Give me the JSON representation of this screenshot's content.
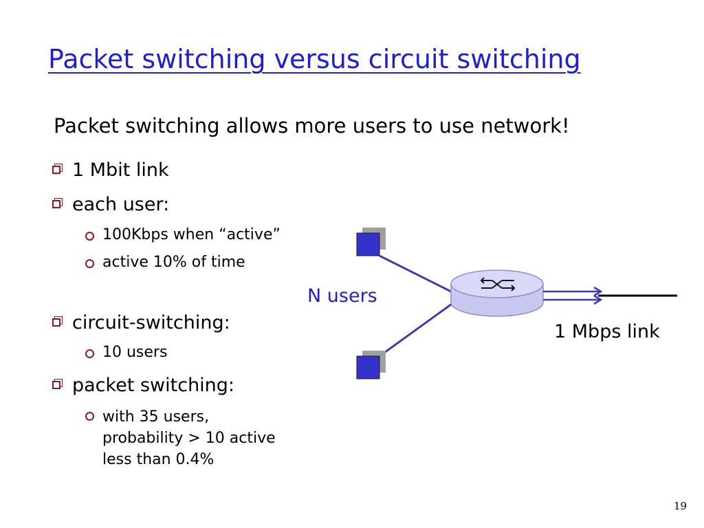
{
  "slide": {
    "title": "Packet switching versus circuit switching",
    "subtitle": "Packet switching allows more users to use network!",
    "slide_number": "19"
  },
  "bullets": [
    {
      "text": "1 Mbit link"
    },
    {
      "text": "each user:",
      "subitems": [
        "100Kbps when “active”",
        "active 10% of time"
      ]
    },
    {
      "text": "circuit-switching:",
      "subitems": [
        "10 users"
      ]
    },
    {
      "text": "packet switching:",
      "subitems": [
        "with 35 users,",
        "probability > 10 active",
        "less than 0.4%"
      ]
    }
  ],
  "diagram": {
    "users_label": "N users",
    "link_label": "1 Mbps link",
    "colors": {
      "host_fill": "#3333cc",
      "host_shadow": "#a0a0a0",
      "line": "#3a3ab8",
      "router_fill": "#c8c8f0",
      "router_stroke": "#9090c8",
      "text_blue": "#1e1ed2",
      "bullet_marker": "#8b1a1a"
    },
    "icons": [
      "host-icon",
      "router-icon",
      "arrow-right-icon"
    ]
  }
}
